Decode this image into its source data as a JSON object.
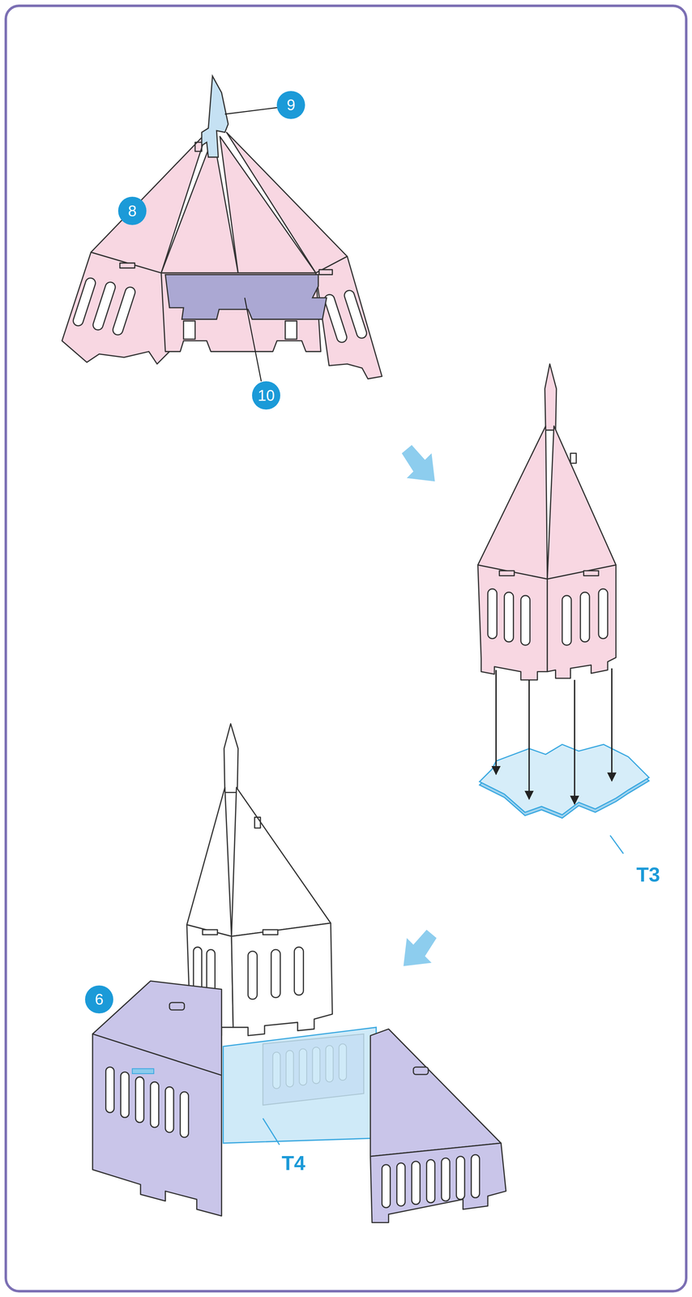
{
  "diagram": {
    "nodes": [
      {
        "text": [
          "9"
        ]
      },
      {
        "text": [
          "8"
        ]
      },
      {
        "text": [
          "10"
        ]
      },
      {
        "text": [
          "6"
        ]
      }
    ],
    "labels": [
      "T3",
      "T4"
    ]
  }
}
